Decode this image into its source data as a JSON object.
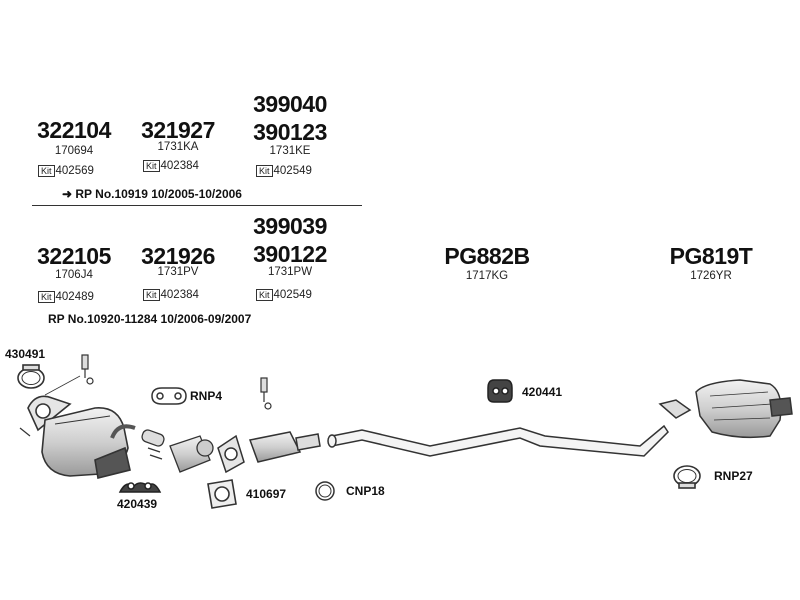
{
  "group_a": {
    "col1": {
      "part": "322104",
      "ref": "170694",
      "kit_label": "Kit",
      "kit": "402569"
    },
    "col2": {
      "part": "321927",
      "ref": "1731KA",
      "kit_label": "Kit",
      "kit": "402384"
    },
    "col3": {
      "part_top": "399040",
      "part": "390123",
      "ref": "1731KE",
      "kit_label": "Kit",
      "kit": "402549"
    },
    "rp_line": "➜ RP No.10919  10/2005-10/2006"
  },
  "group_b": {
    "col1": {
      "part": "322105",
      "ref": "1706J4",
      "kit_label": "Kit",
      "kit": "402489"
    },
    "col2": {
      "part": "321926",
      "ref": "1731PV",
      "kit_label": "Kit",
      "kit": "402384"
    },
    "col3": {
      "part_top": "399039",
      "part": "390122",
      "ref": "1731PW",
      "kit_label": "Kit",
      "kit": "402549"
    },
    "rp_line": "RP No.10920-11284  10/2006-09/2007"
  },
  "rear_parts": {
    "mid": {
      "part": "PG882B",
      "ref": "1717KG"
    },
    "rear": {
      "part": "PG819T",
      "ref": "1726YR"
    }
  },
  "callouts": {
    "clamp_front": "430491",
    "rnp4": "RNP4",
    "hanger_front": "420439",
    "gasket": "410697",
    "cnp18": "CNP18",
    "rubber_mount": "420441",
    "rnp27": "RNP27"
  },
  "colors": {
    "line": "#333333",
    "part_fill": "#d9d9d9",
    "dark_fill": "#555555",
    "text": "#111111"
  }
}
